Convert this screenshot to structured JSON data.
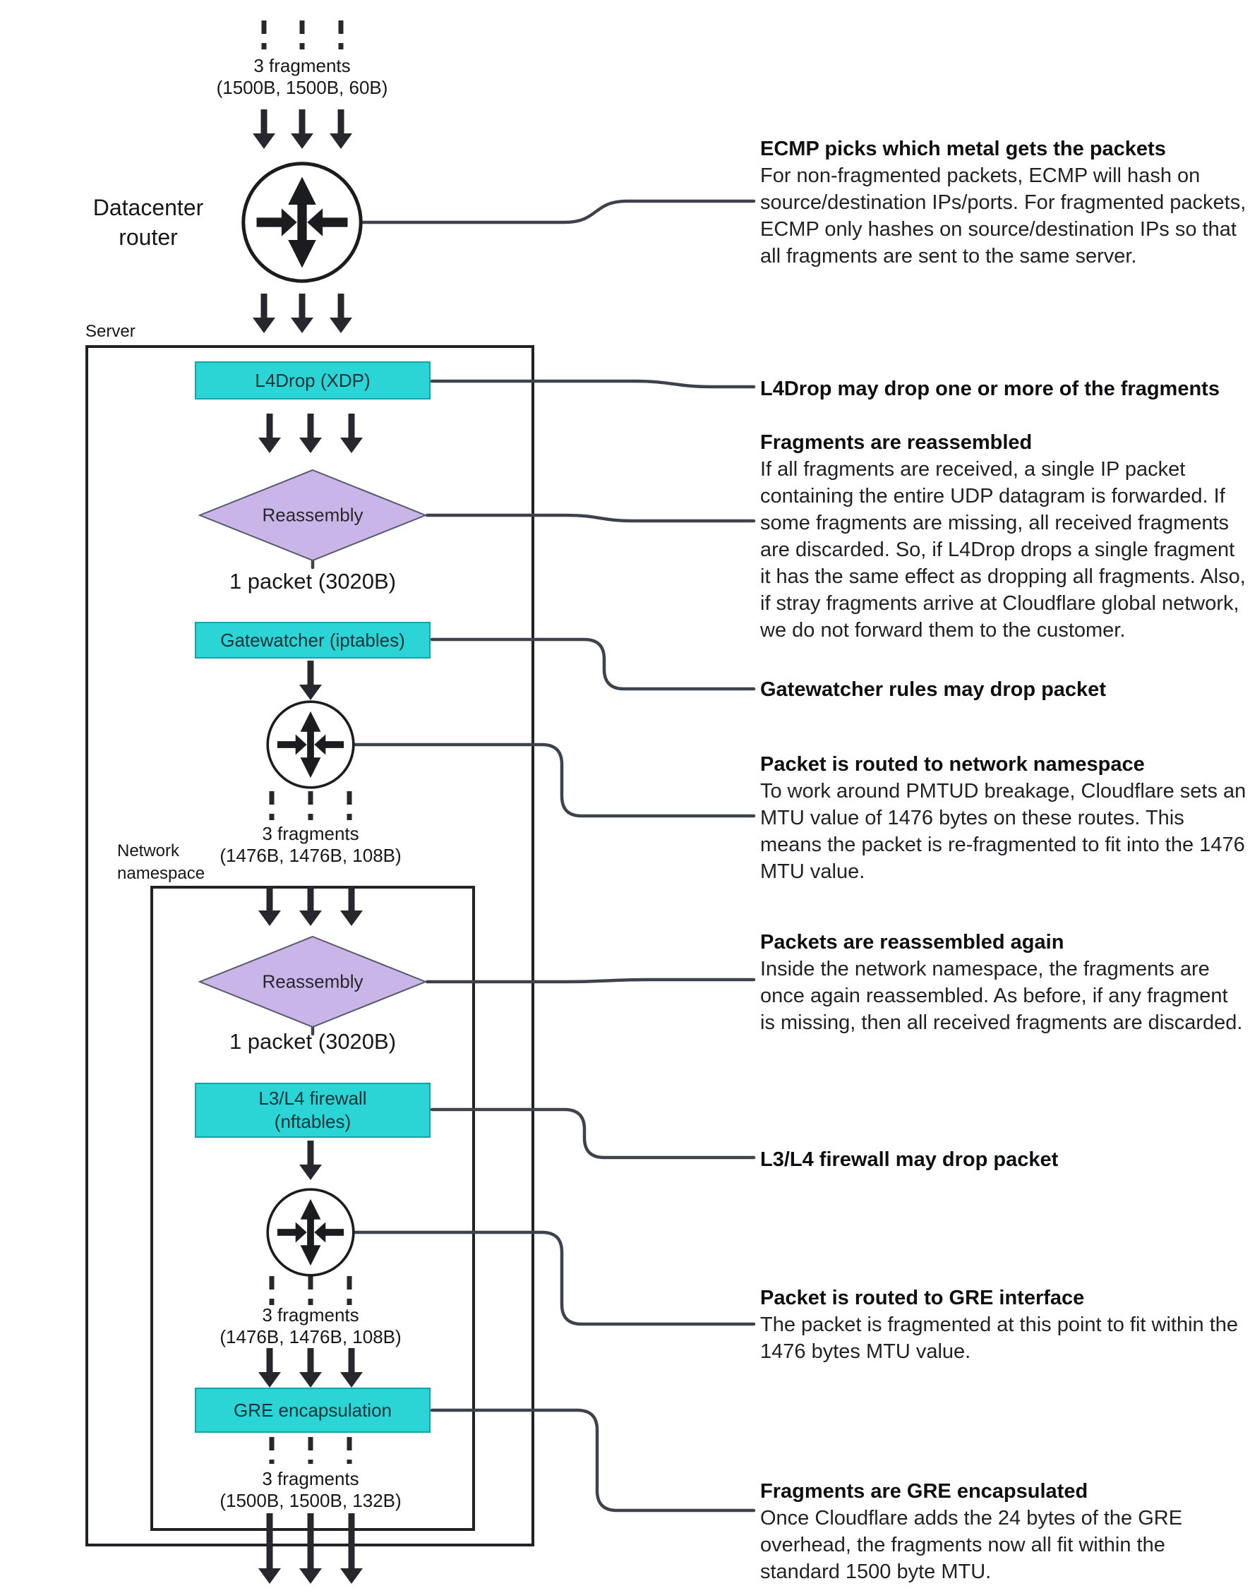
{
  "colors": {
    "node_fill_cyan": "#2cd5d5",
    "diamond_fill_purple": "#c9b5e8",
    "connector_gray": "#3d434d",
    "arrow_black": "#26282e",
    "box_outline": "#202227"
  },
  "icons": {
    "router": "circle-with-crossed-in-out-arrows (network router symbol)",
    "flow_arrow": "thick-black-down-arrow",
    "fragment_dashes": "vertical-dashed-line"
  },
  "diagram": {
    "labels": {
      "datacenter_router": "Datacenter router",
      "server": "Server",
      "network_namespace": "Network namespace"
    },
    "nodes": {
      "l4drop": "L4Drop (XDP)",
      "reassembly1": "Reassembly",
      "gatewatcher": "Gatewatcher (iptables)",
      "reassembly2": "Reassembly",
      "l3l4_line1": "L3/L4 firewall",
      "l3l4_line2": "(nftables)",
      "gre": "GRE encapsulation"
    },
    "fragments": [
      {
        "count": "3 fragments",
        "sizes": "(1500B, 1500B, 60B)"
      },
      {
        "count": "3 fragments",
        "sizes": "(1476B, 1476B, 108B)"
      },
      {
        "count": "3 fragments",
        "sizes": "(1476B, 1476B, 108B)"
      },
      {
        "count": "3 fragments",
        "sizes": "(1500B, 1500B, 132B)"
      }
    ],
    "packets": [
      "1 packet (3020B)",
      "1 packet (3020B)"
    ]
  },
  "annotations": [
    {
      "title": "ECMP picks which metal gets the packets",
      "body": "For non-fragmented packets, ECMP will hash on source/destination IPs/ports. For fragmented packets, ECMP only hashes on source/destination IPs so that all fragments are sent to the same server."
    },
    {
      "title": "L4Drop may drop one or more of the fragments",
      "body": ""
    },
    {
      "title": "Fragments are reassembled",
      "body": "If all fragments are received, a single IP packet containing the entire UDP datagram is forwarded. If some fragments are missing, all received fragments are discarded. So, if L4Drop drops a single fragment it has the same effect as dropping all fragments. Also, if stray fragments arrive at Cloudflare global network, we do not forward them to the customer."
    },
    {
      "title": "Gatewatcher rules may drop packet",
      "body": ""
    },
    {
      "title": "Packet is routed to network namespace",
      "body": "To work around PMTUD breakage, Cloudflare sets an MTU value of 1476 bytes on these routes. This means the packet is re-fragmented to fit into the 1476 MTU value."
    },
    {
      "title": "Packets are reassembled again",
      "body": "Inside the network namespace, the fragments are once again reassembled. As before, if any fragment is missing, then all received fragments are discarded."
    },
    {
      "title": "L3/L4 firewall may drop packet",
      "body": ""
    },
    {
      "title": "Packet is routed to GRE interface",
      "body": "The packet is fragmented at this point to fit within the 1476 bytes MTU value."
    },
    {
      "title": "Fragments are GRE encapsulated",
      "body": "Once Cloudflare adds the 24 bytes of the GRE overhead, the fragments now all fit within the standard 1500 byte MTU."
    }
  ]
}
